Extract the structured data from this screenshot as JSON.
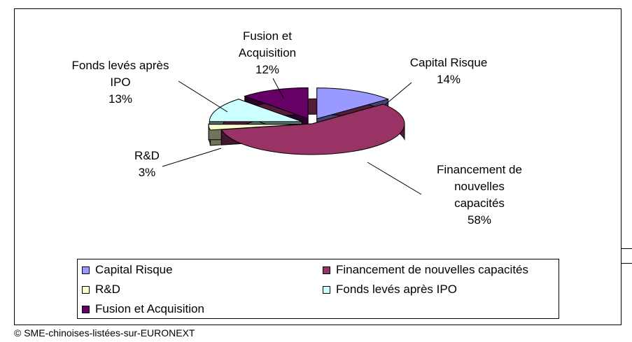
{
  "chart_data": {
    "type": "pie",
    "title": "",
    "slices": [
      {
        "label": "Capital Risque",
        "value": 14,
        "pct": "14%",
        "color": "#9999ff"
      },
      {
        "label": "Financement de nouvelles capacités",
        "value": 58,
        "pct": "58%",
        "color": "#993366"
      },
      {
        "label": "R&D",
        "value": 3,
        "pct": "3%",
        "color": "#ffffcc"
      },
      {
        "label": "Fonds levés après IPO",
        "value": 13,
        "pct": "13%",
        "color": "#ccffff"
      },
      {
        "label": "Fusion et Acquisition",
        "value": 12,
        "pct": "12%",
        "color": "#660066"
      }
    ],
    "legend_position": "bottom",
    "labels": {
      "capital": {
        "lines": [
          "Capital Risque"
        ],
        "pct": "14%"
      },
      "financement": {
        "lines": [
          "Financement de",
          "nouvelles",
          "capacités"
        ],
        "pct": "58%"
      },
      "rd": {
        "lines": [
          "R&D"
        ],
        "pct": "3%"
      },
      "ipo": {
        "lines": [
          "Fonds levés après",
          "IPO"
        ],
        "pct": "13%"
      },
      "fusion": {
        "lines": [
          "Fusion et",
          "Acquisition"
        ],
        "pct": "12%"
      }
    }
  },
  "footer": {
    "copyright": "© SME-chinoises-listées-sur-EURONEXT"
  }
}
